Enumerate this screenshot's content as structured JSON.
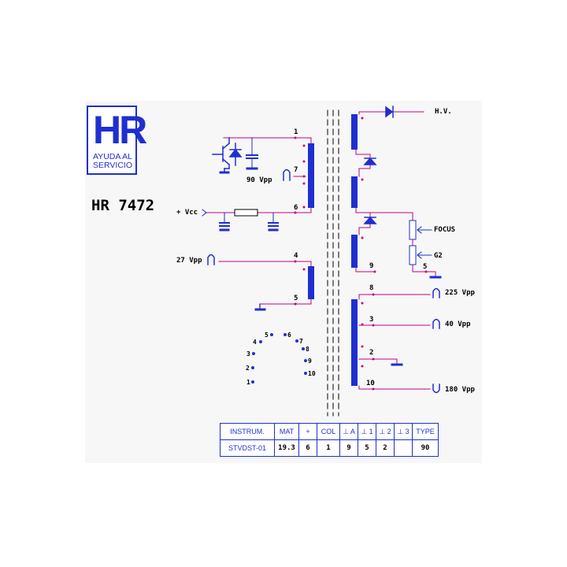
{
  "logo": {
    "letters": "HR",
    "line1": "AYUDA AL",
    "line2": "SERVICIO"
  },
  "model": "HR 7472",
  "colors": {
    "blue": "#1f2fd0",
    "magenta": "#c00080",
    "ink": "#000000"
  },
  "primary": {
    "pins": {
      "p1": "1",
      "p7": "7",
      "p6": "6",
      "p4": "4",
      "p5": "5"
    },
    "labels": {
      "vpp90": "90 Vpp",
      "vcc": "+ Vcc",
      "vpp27": "27 Vpp"
    }
  },
  "secondary": {
    "pins": {
      "p9": "9",
      "p5": "5",
      "p8": "8",
      "p3": "3",
      "p2": "2",
      "p10": "10"
    },
    "labels": {
      "hv": "H.V.",
      "focus": "FOCUS",
      "g2": "G2",
      "vpp225": "225 Vpp",
      "vpp40": "40 Vpp",
      "vpp180": "180 Vpp"
    }
  },
  "pin_layout": {
    "n1": "1",
    "n2": "2",
    "n3": "3",
    "n4": "4",
    "n5": "5",
    "n6": "6",
    "n7": "7",
    "n8": "8",
    "n9": "9",
    "n10": "10"
  },
  "table": {
    "headers": [
      "INSTRUM.",
      "MAT",
      "+",
      "COL",
      "⊥ A",
      "⊥ 1",
      "⊥ 2",
      "⊥ 3",
      "TYPE"
    ],
    "values": [
      "STVDST-01",
      "19.3",
      "6",
      "1",
      "9",
      "5",
      "2",
      "",
      "90"
    ]
  }
}
